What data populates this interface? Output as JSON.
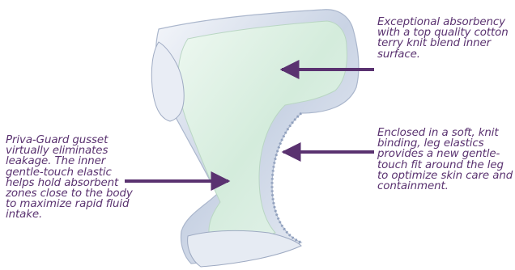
{
  "callouts": {
    "absorbency": "Exceptional absorbency with a top quality cotton terry knit blend inner surface.",
    "leg_elastics": "Enclosed in a soft, knit binding, leg elastics provides a new gentle-touch fit around the leg to optimize skin care and containment.",
    "gusset": "Priva-Guard gusset virtually eliminates leakage. The inner gentle-touch elastic helps hold absorbent zones close to the body to maximize rapid fluid intake."
  },
  "colors": {
    "text": "#5a3270",
    "arrow": "#5a3270",
    "garment_inner": "#d9efe1",
    "garment_outer": "#cfd8e6"
  },
  "illustration": "incontinence-brief-product-diagram"
}
